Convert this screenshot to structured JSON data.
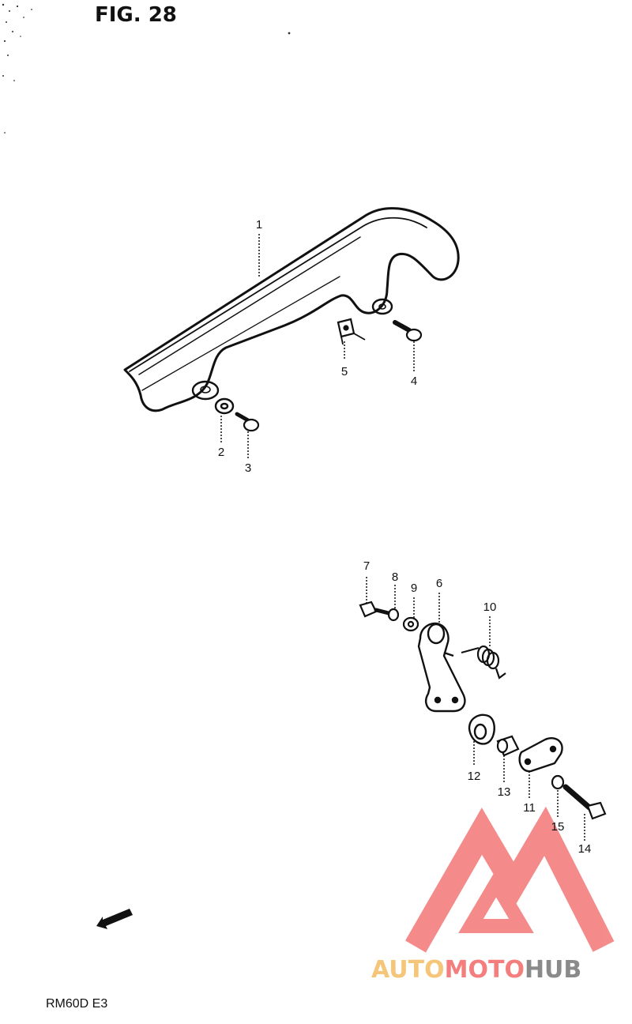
{
  "header": {
    "figure_label": "FIG. 28"
  },
  "footer": {
    "model_code": "RM60D E3"
  },
  "watermark": {
    "part_a": "AUTO",
    "part_b": "MOTO",
    "part_c": "HUB",
    "colors": {
      "auto": "#f5c67a",
      "moto": "#f47e7e",
      "hub": "#8a8a8a",
      "logo": "#f47e7e"
    }
  },
  "direction_marker": {
    "label": "FWD"
  },
  "callouts": [
    {
      "id": "1",
      "label": "1"
    },
    {
      "id": "2",
      "label": "2"
    },
    {
      "id": "3",
      "label": "3"
    },
    {
      "id": "4",
      "label": "4"
    },
    {
      "id": "5",
      "label": "5"
    },
    {
      "id": "6",
      "label": "6"
    },
    {
      "id": "7",
      "label": "7"
    },
    {
      "id": "8",
      "label": "8"
    },
    {
      "id": "9",
      "label": "9"
    },
    {
      "id": "10",
      "label": "10"
    },
    {
      "id": "11",
      "label": "11"
    },
    {
      "id": "12",
      "label": "12"
    },
    {
      "id": "13",
      "label": "13"
    },
    {
      "id": "14",
      "label": "14"
    },
    {
      "id": "15",
      "label": "15"
    }
  ]
}
